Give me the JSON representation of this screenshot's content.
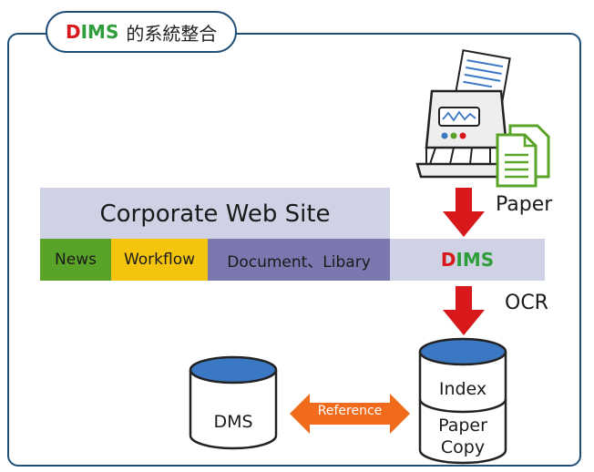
{
  "title": {
    "prefix_d": "D",
    "prefix_ims": "IMS",
    "text": "的系統整合"
  },
  "corporate": {
    "title": "Corporate Web Site",
    "tabs": [
      {
        "label": "News",
        "color": "#5aa329"
      },
      {
        "label": "Workflow",
        "color": "#f4c40f"
      },
      {
        "label": "Document、Libary",
        "color": "#7b78b0"
      }
    ],
    "dims_d": "D",
    "dims_ims": "IMS"
  },
  "flow": {
    "paper_label": "Paper",
    "ocr_label": "OCR",
    "reference_label": "Reference"
  },
  "storage": {
    "dms_label": "DMS",
    "index_label": "Index",
    "paper_copy_line1": "Paper",
    "paper_copy_line2": "Copy"
  },
  "colors": {
    "frame": "#1f4e79",
    "arrow_red": "#d7191c",
    "reference_orange": "#f26b1d",
    "cylinder_top": "#3a78c4",
    "dims_red": "#d7191c",
    "dims_green": "#2e9d3a"
  },
  "icons": [
    "scanner-icon",
    "paper-documents-icon"
  ]
}
